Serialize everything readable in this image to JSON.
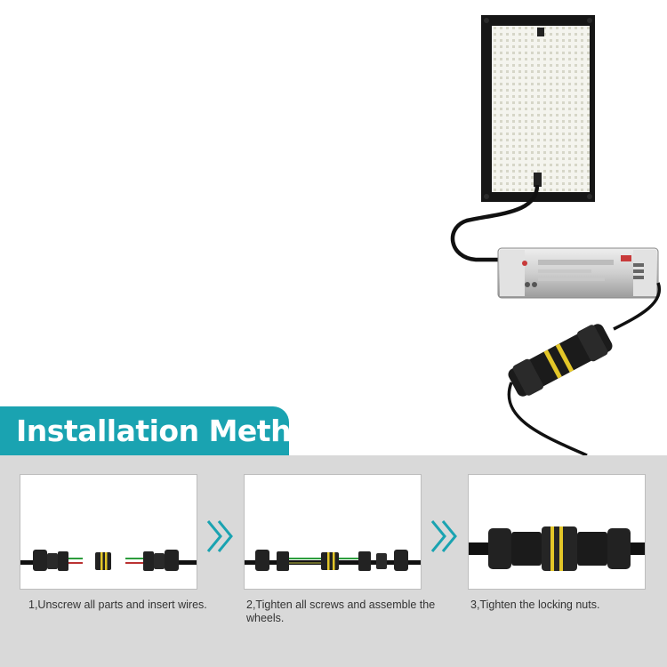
{
  "banner": {
    "title": "Installation Method"
  },
  "steps": [
    {
      "text": "1,Unscrew all parts and insert wires."
    },
    {
      "text": "2,Tighten all screws and assemble the wheels."
    },
    {
      "text": "3,Tighten the locking nuts."
    }
  ],
  "colors": {
    "accent": "#1aa3b1",
    "panel": "#d9d9d9",
    "connector_band": "#e3c628"
  }
}
